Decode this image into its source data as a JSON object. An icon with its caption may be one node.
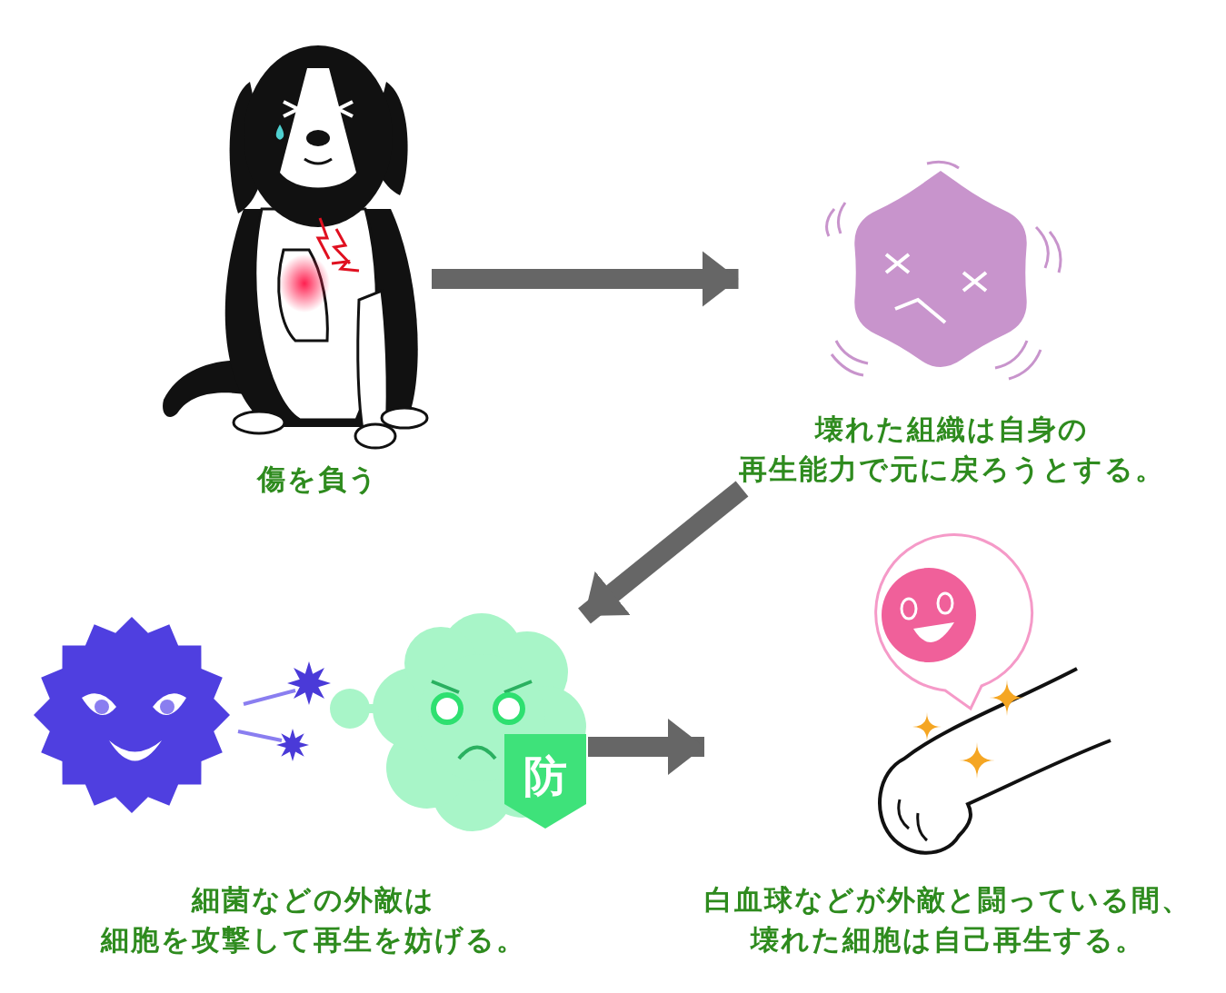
{
  "diagram": {
    "nodes": [
      {
        "text": [
          "傷を負う"
        ]
      },
      {
        "text": [
          "壊れた組織は自身の再生能力で元に戻ろうとする。"
        ]
      },
      {
        "text": [
          "細菌などの外敵は細胞を攻撃して再生を妨げる。"
        ]
      },
      {
        "text": [
          "白血球などが外敵と闘っている間、壊れた細胞は自己再生する。"
        ]
      }
    ],
    "edges": [
      {
        "from": 0,
        "to": 1,
        "arrow": "to"
      },
      {
        "from": 1,
        "to": 2,
        "arrow": "to"
      },
      {
        "from": 2,
        "to": 3,
        "arrow": "to"
      }
    ],
    "labels": [
      "防"
    ]
  }
}
